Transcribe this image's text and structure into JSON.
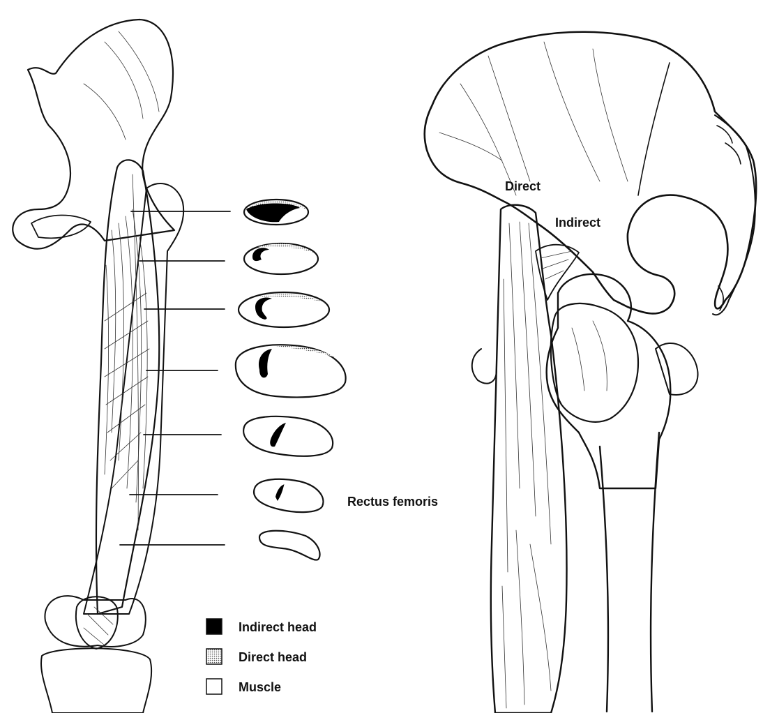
{
  "labels": {
    "direct": "Direct",
    "indirect": "Indirect",
    "rectus_femoris": "Rectus femoris"
  },
  "legend": [
    {
      "key": "indirect",
      "label": "Indirect head",
      "fill": "#000000"
    },
    {
      "key": "direct",
      "label": "Direct head",
      "fill": "dotted-grey"
    },
    {
      "key": "muscle",
      "label": "Muscle",
      "fill": "#ffffff"
    }
  ],
  "cross_sections": [
    {
      "level": 1,
      "indirect_shape": "large-crescent",
      "direct_shape": "cap"
    },
    {
      "level": 2,
      "indirect_shape": "hook",
      "direct_shape": "thin-rim"
    },
    {
      "level": 3,
      "indirect_shape": "hook",
      "direct_shape": "thin-rim"
    },
    {
      "level": 4,
      "indirect_shape": "curved-band",
      "direct_shape": "thin-rim"
    },
    {
      "level": 5,
      "indirect_shape": "short-band",
      "direct_shape": "none"
    },
    {
      "level": 6,
      "indirect_shape": "dash",
      "direct_shape": "none"
    },
    {
      "level": 7,
      "indirect_shape": "none",
      "direct_shape": "none"
    }
  ],
  "colors": {
    "ink": "#111111",
    "indirect_head": "#000000",
    "direct_head": "#9a9a9a",
    "muscle": "#ffffff"
  }
}
